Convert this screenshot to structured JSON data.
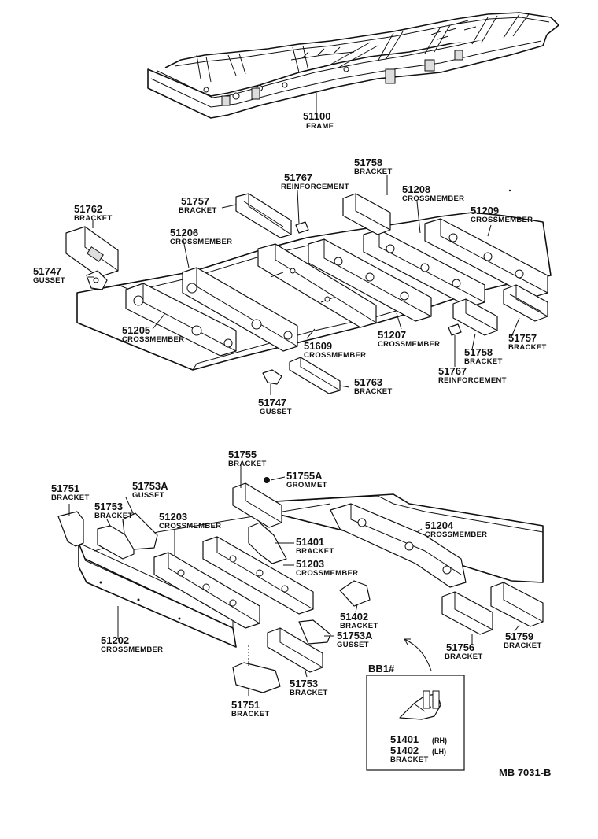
{
  "diagram": {
    "code": "MB 7031-B",
    "inset_label": "BB1#",
    "labels": {
      "p51100": {
        "num": "51100",
        "name": "FRAME"
      },
      "p51758a": {
        "num": "51758",
        "name": "BRACKET"
      },
      "p51767a": {
        "num": "51767",
        "name": "REINFORCEMENT"
      },
      "p51208": {
        "num": "51208",
        "name": "CROSSMEMBER"
      },
      "p51757a": {
        "num": "51757",
        "name": "BRACKET"
      },
      "p51762": {
        "num": "51762",
        "name": "BRACKET"
      },
      "p51209": {
        "num": "51209",
        "name": "CROSSMEMBER"
      },
      "p51206": {
        "num": "51206",
        "name": "CROSSMEMBER"
      },
      "p51747a": {
        "num": "51747",
        "name": "GUSSET"
      },
      "p51205": {
        "num": "51205",
        "name": "CROSSMEMBER"
      },
      "p51609": {
        "num": "51609",
        "name": "CROSSMEMBER"
      },
      "p51207": {
        "num": "51207",
        "name": "CROSSMEMBER"
      },
      "p51757b": {
        "num": "51757",
        "name": "BRACKET"
      },
      "p51758b": {
        "num": "51758",
        "name": "BRACKET"
      },
      "p51767b": {
        "num": "51767",
        "name": "REINFORCEMENT"
      },
      "p51763": {
        "num": "51763",
        "name": "BRACKET"
      },
      "p51747b": {
        "num": "51747",
        "name": "GUSSET"
      },
      "p51755": {
        "num": "51755",
        "name": "BRACKET"
      },
      "p51755A": {
        "num": "51755A",
        "name": "GROMMET"
      },
      "p51751a": {
        "num": "51751",
        "name": "BRACKET"
      },
      "p51753Aa": {
        "num": "51753A",
        "name": "GUSSET"
      },
      "p51753a": {
        "num": "51753",
        "name": "BRACKET"
      },
      "p51203a": {
        "num": "51203",
        "name": "CROSSMEMBER"
      },
      "p51204": {
        "num": "51204",
        "name": "CROSSMEMBER"
      },
      "p51401": {
        "num": "51401",
        "name": "BRACKET"
      },
      "p51203b": {
        "num": "51203",
        "name": "CROSSMEMBER"
      },
      "p51402": {
        "num": "51402",
        "name": "BRACKET"
      },
      "p51753Ab": {
        "num": "51753A",
        "name": "GUSSET"
      },
      "p51202": {
        "num": "51202",
        "name": "CROSSMEMBER"
      },
      "p51753b": {
        "num": "51753",
        "name": "BRACKET"
      },
      "p51751b": {
        "num": "51751",
        "name": "BRACKET"
      },
      "p51756": {
        "num": "51756",
        "name": "BRACKET"
      },
      "p51759": {
        "num": "51759",
        "name": "BRACKET"
      },
      "inset_rh": {
        "num": "51401",
        "suffix": "(RH)"
      },
      "inset_lh": {
        "num": "51402",
        "suffix": "(LH)",
        "name": "BRACKET"
      }
    }
  }
}
